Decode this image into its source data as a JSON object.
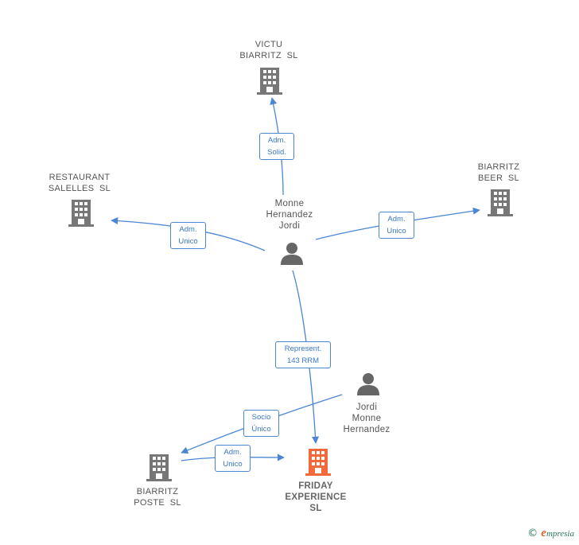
{
  "colors": {
    "edge": "#4a86d4",
    "building": "#777777",
    "building_focus": "#f26a3a",
    "person": "#666666",
    "label_text": "#555555"
  },
  "nodes": {
    "victu": {
      "lines": [
        "VICTU",
        "BIARRITZ  SL"
      ],
      "icon": "building-icon"
    },
    "restaurant": {
      "lines": [
        "RESTAURANT",
        "SALELLES  SL"
      ],
      "icon": "building-icon"
    },
    "biarritz_beer": {
      "lines": [
        "BIARRITZ",
        "BEER  SL"
      ],
      "icon": "building-icon"
    },
    "monne": {
      "lines": [
        "Monne",
        "Hernandez",
        "Jordi"
      ],
      "icon": "person-icon"
    },
    "jordi": {
      "lines": [
        "Jordi",
        "Monne",
        "Hernandez"
      ],
      "icon": "person-icon"
    },
    "biarritz_poste": {
      "lines": [
        "BIARRITZ",
        "POSTE  SL"
      ],
      "icon": "building-icon"
    },
    "friday": {
      "lines": [
        "FRIDAY",
        "EXPERIENCE",
        "SL"
      ],
      "icon": "building-icon"
    }
  },
  "edges": {
    "adm_solid": {
      "lines": [
        "Adm.",
        "Solid."
      ]
    },
    "adm_unico_left": {
      "lines": [
        "Adm.",
        "Unico"
      ]
    },
    "adm_unico_right": {
      "lines": [
        "Adm.",
        "Unico"
      ]
    },
    "represent": {
      "lines": [
        "Represent.",
        "143 RRM"
      ]
    },
    "socio_unico": {
      "lines": [
        "Socio",
        "Único"
      ]
    },
    "adm_unico_bottom": {
      "lines": [
        "Adm.",
        "Unico"
      ]
    }
  },
  "footer": {
    "copyright": "©",
    "brand_first": "e",
    "brand_rest": "mpresia"
  }
}
